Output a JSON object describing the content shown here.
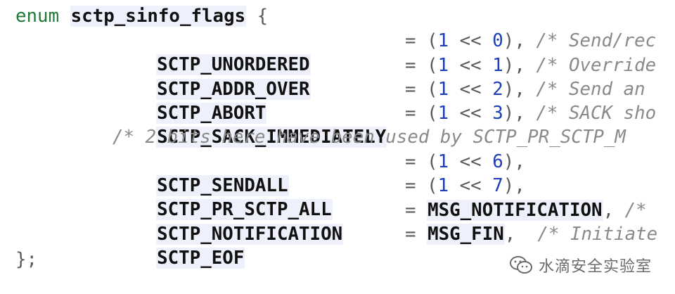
{
  "code": {
    "header": {
      "keyword": "enum",
      "name": "sctp_sinfo_flags",
      "brace": " {"
    },
    "lines": [
      {
        "ident": "SCTP_UNORDERED",
        "eq": "= ",
        "lp": "(",
        "n1": "1",
        "shift": " << ",
        "n2": "0",
        "rp": ")",
        "tail": ", ",
        "comment": "/* Send/rec"
      },
      {
        "ident": "SCTP_ADDR_OVER",
        "eq": "= ",
        "lp": "(",
        "n1": "1",
        "shift": " << ",
        "n2": "1",
        "rp": ")",
        "tail": ", ",
        "comment": "/* Override"
      },
      {
        "ident": "SCTP_ABORT",
        "eq": "= ",
        "lp": "(",
        "n1": "1",
        "shift": " << ",
        "n2": "2",
        "rp": ")",
        "tail": ", ",
        "comment": "/* Send an"
      },
      {
        "ident": "SCTP_SACK_IMMEDIATELY",
        "eq": "= ",
        "lp": "(",
        "n1": "1",
        "shift": " << ",
        "n2": "3",
        "rp": ")",
        "tail": ", ",
        "comment": "/* SACK sho"
      },
      {
        "comment_only": "/* 2 bits here have been used by SCTP_PR_SCTP_M"
      },
      {
        "ident": "SCTP_SENDALL",
        "eq": "= ",
        "lp": "(",
        "n1": "1",
        "shift": " << ",
        "n2": "6",
        "rp": ")",
        "tail": ",",
        "comment": ""
      },
      {
        "ident": "SCTP_PR_SCTP_ALL",
        "eq": "= ",
        "lp": "(",
        "n1": "1",
        "shift": " << ",
        "n2": "7",
        "rp": ")",
        "tail": ",",
        "comment": ""
      },
      {
        "ident": "SCTP_NOTIFICATION",
        "eq": "= ",
        "value": "MSG_NOTIFICATION",
        "tail": ", ",
        "comment": "/*"
      },
      {
        "ident": "SCTP_EOF",
        "eq": "= ",
        "value": "MSG_FIN",
        "tail": ",  ",
        "comment": "/* Initiate"
      }
    ],
    "footer": "};"
  },
  "watermark": {
    "text": "水滴安全实验室",
    "icon": "wechat-icon"
  },
  "colors": {
    "keyword": "#1f7a36",
    "number": "#1f3fb8",
    "comment": "#8a8a8a",
    "ident_bg": "#eef1fb"
  }
}
